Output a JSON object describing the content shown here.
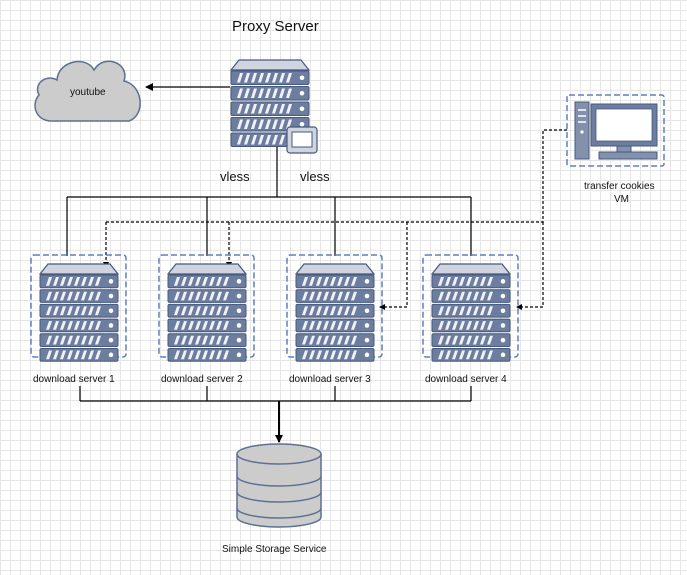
{
  "diagram": {
    "proxy_title": "Proxy Server",
    "cloud_label": "youtube",
    "protocol_labels": [
      "vless",
      "vless"
    ],
    "servers": [
      {
        "label": "download server 1"
      },
      {
        "label": "download server 2"
      },
      {
        "label": "download server 3"
      },
      {
        "label": "download server 4"
      }
    ],
    "vm_label_line1": "transfer cookies",
    "vm_label_line2": "VM",
    "storage_label": "Simple Storage Service"
  },
  "colors": {
    "server_fill": "#6c7d9f",
    "server_top": "#cfd4de",
    "server_stroke": "#47597f",
    "stripe": "#ffffff",
    "cloud_fill": "#cccccc",
    "cloud_stroke": "#5d6f92",
    "db_fill": "#cccccc",
    "db_stroke": "#5d6f92",
    "dash_box": "#5f7fc0",
    "line": "#000000"
  }
}
